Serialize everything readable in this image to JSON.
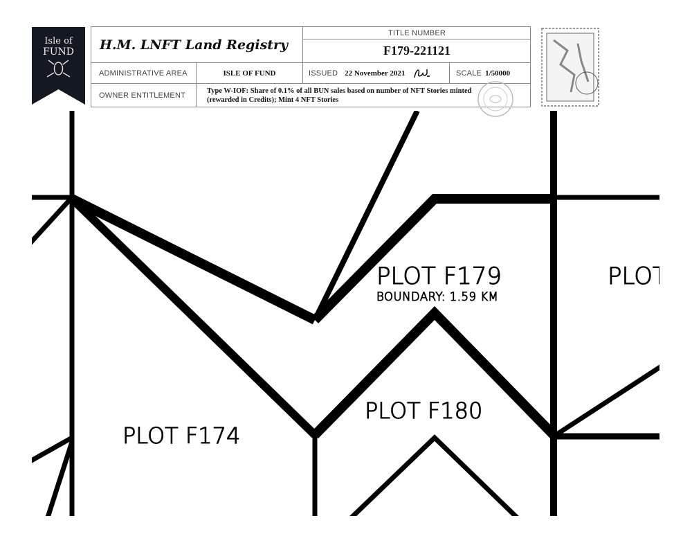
{
  "logo": {
    "line1": "Isle of",
    "line2": "FUND"
  },
  "header": {
    "registry_title": "H.M. LNFT Land Registry",
    "title_number_label": "TITLE NUMBER",
    "title_number": "F179-221121",
    "admin_area_label": "ADMINISTRATIVE AREA",
    "admin_area": "ISLE OF FUND",
    "issued_label": "ISSUED",
    "issued_date": "22 November 2021",
    "scale_label": "SCALE",
    "scale": "1/50000",
    "owner_label": "OWNER ENTITLEMENT",
    "owner_entitlement": "Type W-IOF: Share of 0.1% of all BUN sales based on number of NFT Stories minted (rewarded in Credits); Mint 4 NFT Stories"
  },
  "map": {
    "plots": [
      {
        "name": "PLOT F179",
        "boundary": "BOUNDARY: 1.59 KM"
      },
      {
        "name": "PLOT F180"
      },
      {
        "name": "PLOT F174"
      },
      {
        "name": "PLOT"
      }
    ]
  }
}
